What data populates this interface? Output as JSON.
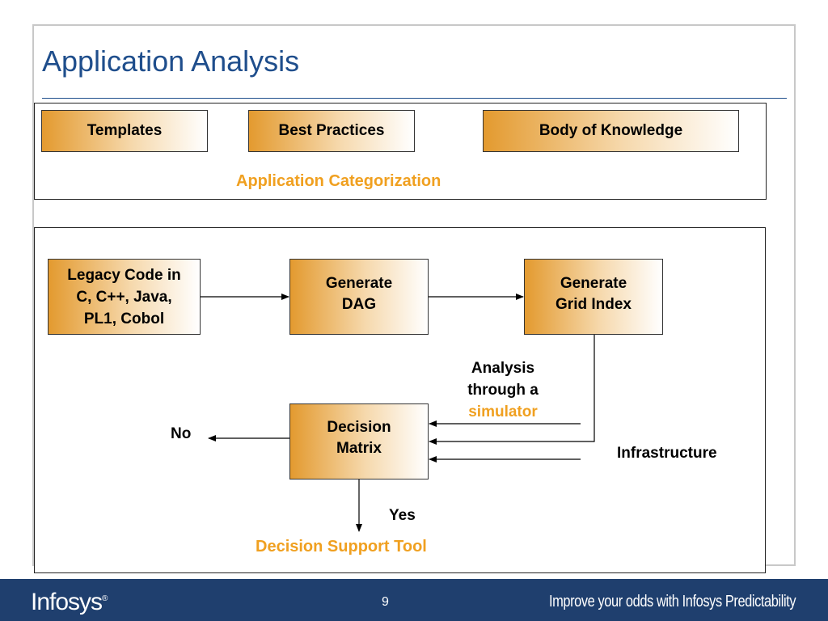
{
  "slide": {
    "title": "Application Analysis",
    "page_number": "9"
  },
  "top_panel": {
    "boxes": [
      "Templates",
      "Best Practices",
      "Body of Knowledge"
    ],
    "caption": "Application Categorization"
  },
  "flow": {
    "legacy_code_lines": [
      "Legacy Code in",
      "C, C++, Java,",
      "PL1, Cobol"
    ],
    "generate_dag_lines": [
      "Generate",
      "DAG"
    ],
    "generate_grid_lines": [
      "Generate",
      "Grid Index"
    ],
    "decision_matrix_lines": [
      "Decision",
      "Matrix"
    ],
    "analysis_lines": [
      "Analysis",
      "through a"
    ],
    "analysis_highlight": "simulator",
    "infrastructure": "Infrastructure",
    "no_label": "No",
    "yes_label": "Yes",
    "result": "Decision Support Tool"
  },
  "footer": {
    "brand": "Infosys",
    "brand_mark": "®",
    "tagline": "Improve your odds with Infosys Predictability"
  },
  "colors": {
    "title": "#1f4e8c",
    "accent_orange": "#f0a020",
    "box_gradient_start": "#e39a2f",
    "footer_bg": "#1f3f6e"
  }
}
